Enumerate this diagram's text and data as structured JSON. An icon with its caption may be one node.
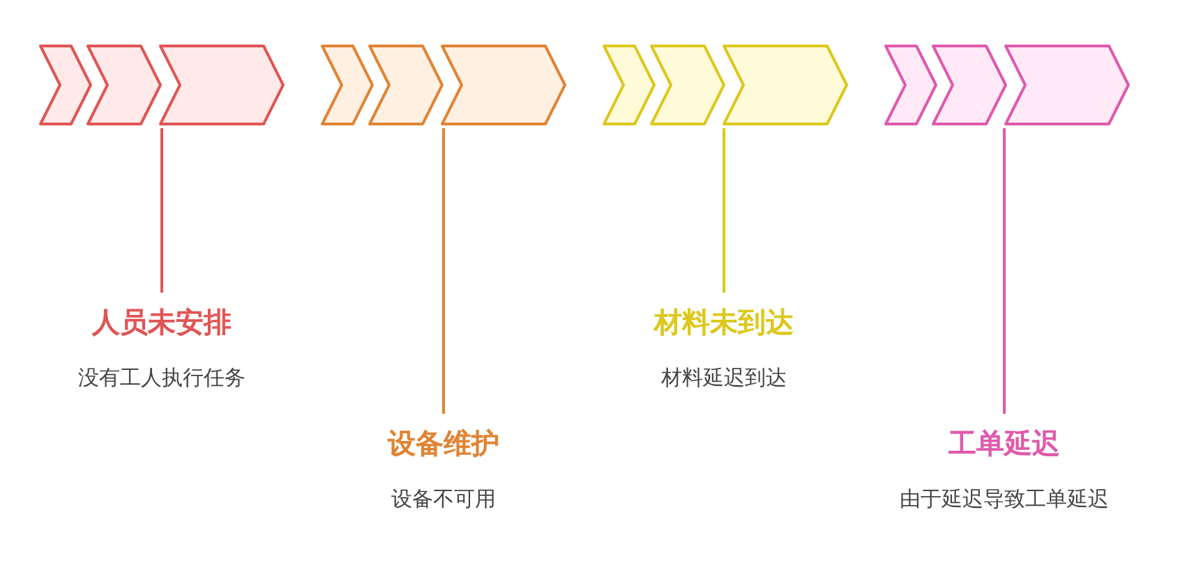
{
  "diagram": {
    "nodes": [
      {
        "text": [],
        "shape": "chevron"
      },
      {
        "text": [],
        "shape": "chevron"
      },
      {
        "text": [],
        "shape": "chevron"
      },
      {
        "text": [
          "人员未安排",
          "没有工人执行任务"
        ]
      },
      {
        "text": [],
        "shape": "chevron"
      },
      {
        "text": [],
        "shape": "chevron"
      },
      {
        "text": [],
        "shape": "chevron"
      },
      {
        "text": [
          "设备维护",
          "设备不可用"
        ]
      },
      {
        "text": [],
        "shape": "chevron"
      },
      {
        "text": [],
        "shape": "chevron"
      },
      {
        "text": [],
        "shape": "chevron"
      },
      {
        "text": [
          "材料未到达",
          "材料延迟到达"
        ]
      },
      {
        "text": [],
        "shape": "chevron"
      },
      {
        "text": [],
        "shape": "chevron"
      },
      {
        "text": [],
        "shape": "chevron"
      },
      {
        "text": [
          "工单延迟",
          "由于延迟导致工单延迟"
        ]
      }
    ],
    "edges": [
      {
        "from": 2,
        "to": 3,
        "arrow": "none",
        "color": "#e05555"
      },
      {
        "from": 6,
        "to": 7,
        "arrow": "none",
        "color": "#e08434"
      },
      {
        "from": 10,
        "to": 11,
        "arrow": "none",
        "color": "#dcc81c"
      },
      {
        "from": 14,
        "to": 15,
        "arrow": "none",
        "color": "#df5aac"
      }
    ]
  }
}
